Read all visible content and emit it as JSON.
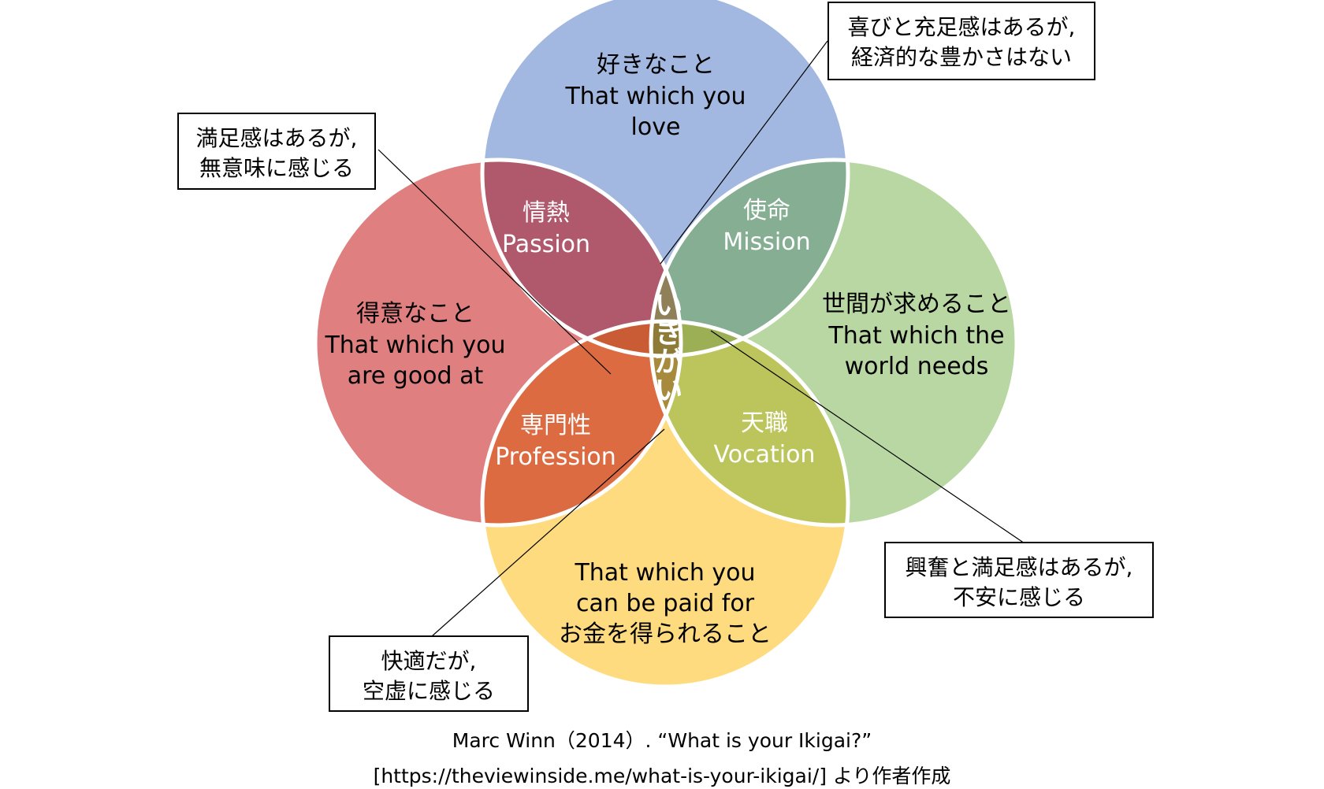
{
  "circles": {
    "love": {
      "jp": "好きなこと",
      "en1": "That which you",
      "en2": "love",
      "color": "#A2B8E0"
    },
    "good_at": {
      "jp": "得意なこと",
      "en1": "That which you",
      "en2": "are good at",
      "color": "#E07F7F"
    },
    "world_needs": {
      "jp": "世間が求めること",
      "en1": "That which the",
      "en2": "world needs",
      "color": "#B8D7A3"
    },
    "paid_for": {
      "en1": "That which you",
      "en2": "can be paid for",
      "jp": "お金を得られること",
      "color": "#FFDB7F"
    }
  },
  "overlaps": {
    "passion": {
      "jp": "情熱",
      "en": "Passion",
      "color": "#B0596D"
    },
    "mission": {
      "jp": "使命",
      "en": "Mission",
      "color": "#85AE93"
    },
    "profession": {
      "jp": "専門性",
      "en": "Profession",
      "color": "#DD6B42"
    },
    "vocation": {
      "jp": "天職",
      "en": "Vocation",
      "color": "#BCC55C"
    },
    "center": {
      "label": "いきがい",
      "color": "#8E7B37"
    }
  },
  "callouts": {
    "top_right": {
      "line1": "喜びと充足感はあるが,",
      "line2": "経済的な豊かさはない"
    },
    "top_left": {
      "line1": "満足感はあるが,",
      "line2": "無意味に感じる"
    },
    "bottom_right": {
      "line1": "興奮と満足感はあるが,",
      "line2": "不安に感じる"
    },
    "bottom_left": {
      "line1": "快適だが,",
      "line2": "空虚に感じる"
    }
  },
  "source": {
    "line1": "Marc Winn（2014）. “What is your Ikigai?”",
    "line2": "[https://theviewinside.me/what-is-your-ikigai/] より作者作成"
  }
}
